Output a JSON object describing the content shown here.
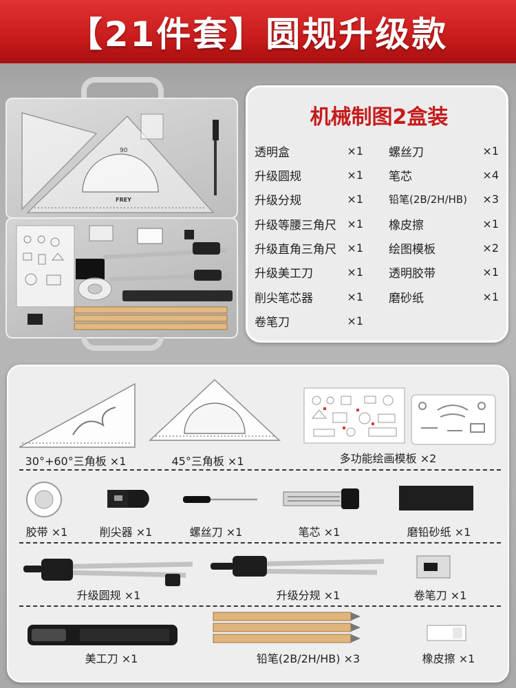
{
  "banner": {
    "title": "【21件套】圆规升级款"
  },
  "case_labels": {
    "brand": "FREY",
    "angle": "90"
  },
  "list": {
    "title": "机械制图2盒装",
    "left": [
      {
        "name": "透明盒",
        "qty": "×1"
      },
      {
        "name": "升级圆规",
        "qty": "×1"
      },
      {
        "name": "升级分规",
        "qty": "×1"
      },
      {
        "name": "升级等腰三角尺",
        "qty": "×1"
      },
      {
        "name": "升级直角三角尺",
        "qty": "×1"
      },
      {
        "name": "升级美工刀",
        "qty": "×1"
      },
      {
        "name": "削尖笔芯器",
        "qty": "×1"
      },
      {
        "name": "卷笔刀",
        "qty": "×1"
      }
    ],
    "right": [
      {
        "name": "螺丝刀",
        "qty": "×1"
      },
      {
        "name": "笔芯",
        "qty": "×4"
      },
      {
        "name": "铅笔(2B/2H/HB)",
        "qty": "×3"
      },
      {
        "name": "橡皮擦",
        "qty": "×1"
      },
      {
        "name": "绘图模板",
        "qty": "×2"
      },
      {
        "name": "透明胶带",
        "qty": "×1"
      },
      {
        "name": "磨砂纸",
        "qty": "×1"
      }
    ]
  },
  "items": {
    "row1": [
      "30°+60°三角板 ×1",
      "45°三角板 ×1",
      "多功能绘画模板 ×2"
    ],
    "row2": [
      "胶带 ×1",
      "削尖器 ×1",
      "螺丝刀 ×1",
      "笔芯 ×1",
      "磨铅砂纸 ×1"
    ],
    "row3": [
      "升级圆规 ×1",
      "升级分规 ×1",
      "卷笔刀 ×1"
    ],
    "row4": [
      "美工刀 ×1",
      "铅笔(2B/2H/HB) ×3",
      "橡皮擦 ×1"
    ]
  },
  "colors": {
    "banner_red": "#c91c1c",
    "title_red": "#c61b1b",
    "panel": "#eeeeee"
  }
}
